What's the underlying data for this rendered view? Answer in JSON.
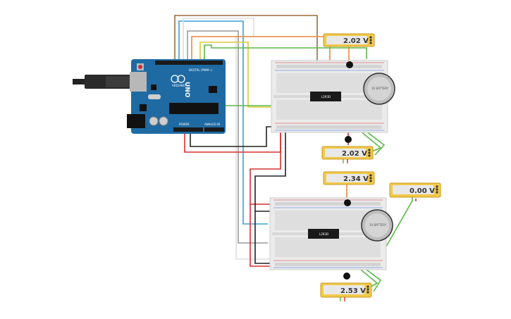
{
  "colors": {
    "wire_orange": "#e8893a",
    "wire_blue": "#3aa0d6",
    "wire_green": "#5ab847",
    "wire_yellow": "#d8c83a",
    "wire_red": "#d43030",
    "wire_black": "#222222",
    "wire_brown": "#9a6a3a",
    "wire_gray": "#9a9a9a",
    "wire_white": "#dedede",
    "wire_magenta": "#cc3aa0",
    "wire_cyan": "#4bc6d6",
    "arduino_blue": "#1f6aa3",
    "multimeter_yellow": "#f2c94a",
    "breadboard": "#ebebeb"
  },
  "arduino": {
    "brand": "ARDUINO",
    "model": "UNO",
    "header_label": "DIGITAL (PWM~)",
    "power_label": "POWER",
    "analog_label": "ANALOG IN"
  },
  "multimeters": [
    {
      "id": "m1",
      "reading": "2.02 V"
    },
    {
      "id": "m2",
      "reading": "2.02 V"
    },
    {
      "id": "m3",
      "reading": "2.34 V"
    },
    {
      "id": "m4",
      "reading": "0.00 V"
    },
    {
      "id": "m5",
      "reading": "2.53 V"
    }
  ],
  "ic_labels": [
    "L293D",
    "L293D"
  ],
  "battery_label": "3V BATTERY"
}
